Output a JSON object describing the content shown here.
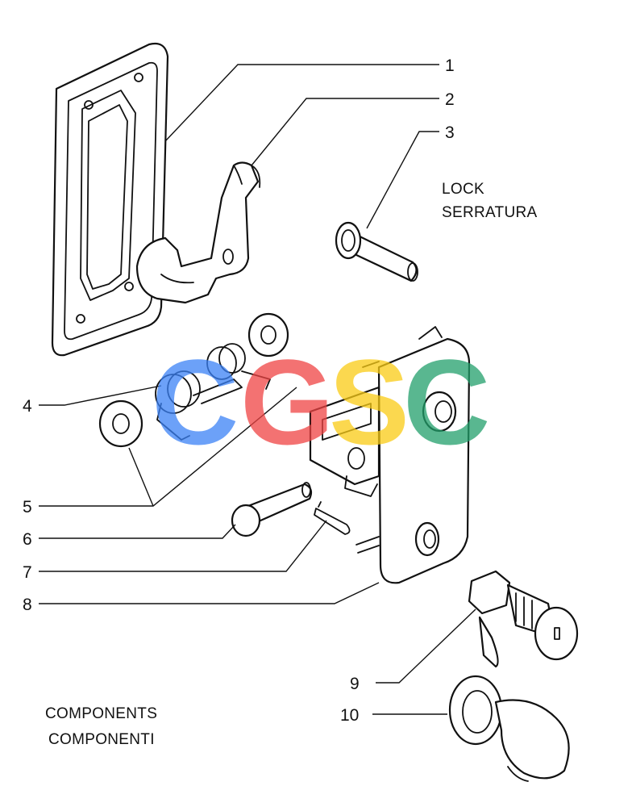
{
  "title": {
    "line1": "LOCK",
    "line2": "SERRATURA"
  },
  "caption": {
    "line1": "COMPONENTS",
    "line2": "COMPONENTI"
  },
  "callouts": [
    "1",
    "2",
    "3",
    "4",
    "5",
    "6",
    "7",
    "8",
    "9",
    "10"
  ],
  "watermark": {
    "letters": [
      "C",
      "G",
      "S",
      "C"
    ],
    "colors": [
      "#3b82f6",
      "#ef4444",
      "#facc15",
      "#22a06b"
    ]
  }
}
